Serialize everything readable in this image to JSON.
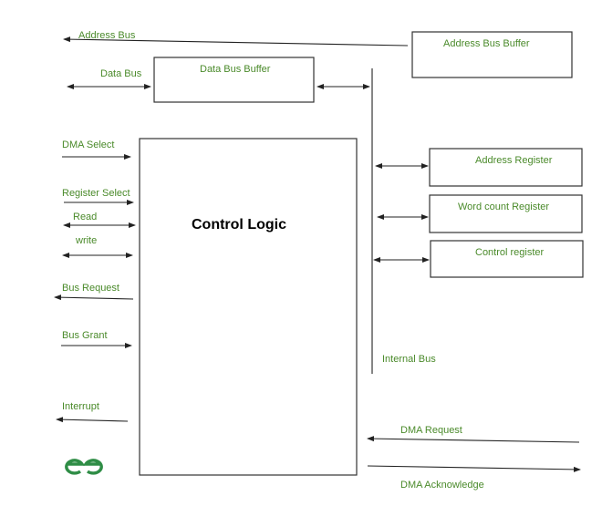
{
  "diagram": {
    "control_logic": "Control Logic",
    "address_bus_buffer": "Address Bus Buffer",
    "data_bus_buffer": "Data Bus Buffer",
    "address_register": "Address Register",
    "word_count_register": "Word count Register",
    "control_register": "Control register",
    "internal_bus": "Internal Bus",
    "signals": {
      "address_bus": "Address Bus",
      "data_bus": "Data Bus",
      "dma_select": "DMA Select",
      "register_select": "Register Select",
      "read": "Read",
      "write": "write",
      "bus_request": "Bus Request",
      "bus_grant": "Bus Grant",
      "interrupt": "Interrupt",
      "dma_request": "DMA Request",
      "dma_acknowledge": "DMA Acknowledge"
    },
    "logo": "GfG",
    "colors": {
      "label": "#4a8a2a",
      "logo": "#2f8d46"
    }
  }
}
